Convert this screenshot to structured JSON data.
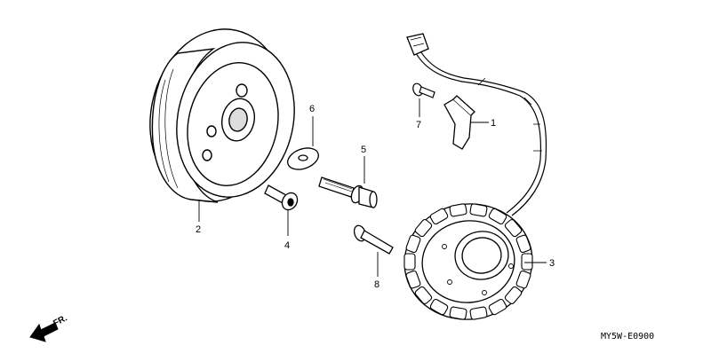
{
  "diagram": {
    "callouts": {
      "c1": "1",
      "c2": "2",
      "c3": "3",
      "c4": "4",
      "c5": "5",
      "c6": "6",
      "c7": "7",
      "c8": "8"
    },
    "direction_label": "FR.",
    "drawing_code": "MY5W-E0900"
  }
}
